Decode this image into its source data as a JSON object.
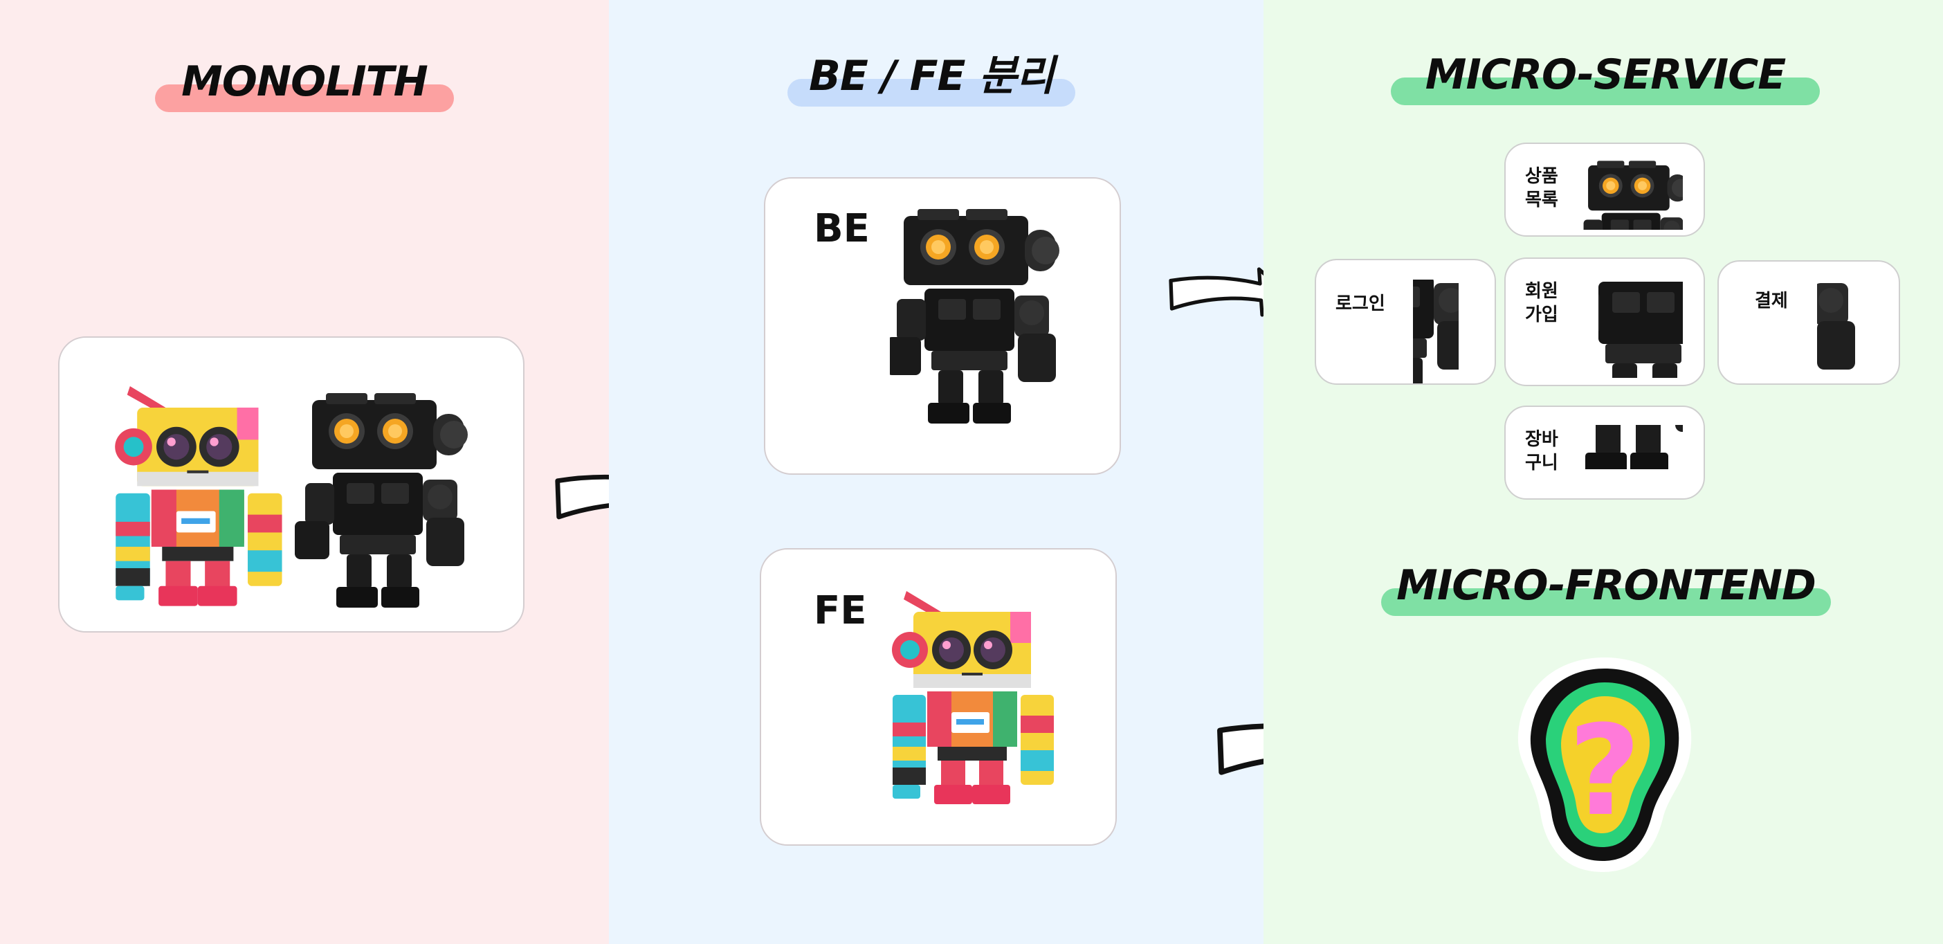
{
  "colors": {
    "monolith_bg": "#fdeced",
    "befe_bg": "#ebf5fe",
    "micro_bg": "#ebfbea",
    "monolith_highlight": "#fca1a1",
    "befe_highlight": "#c6dcfb",
    "micro_highlight": "#7fe0a4"
  },
  "headings": {
    "monolith": "MONOLITH",
    "befe": "BE / FE 분리",
    "microservice": "MICRO-SERVICE",
    "microfrontend": "MICRO-FRONTEND"
  },
  "befe": {
    "be_label": "BE",
    "fe_label": "FE"
  },
  "services": [
    {
      "label": "상품\n목록"
    },
    {
      "label": "로그인"
    },
    {
      "label": "회원\n가입"
    },
    {
      "label": "결제"
    },
    {
      "label": "장바\n구니"
    }
  ],
  "icons": [
    "colorful-robot-icon",
    "black-robot-icon",
    "arrow-right-icon",
    "question-mark-icon"
  ]
}
